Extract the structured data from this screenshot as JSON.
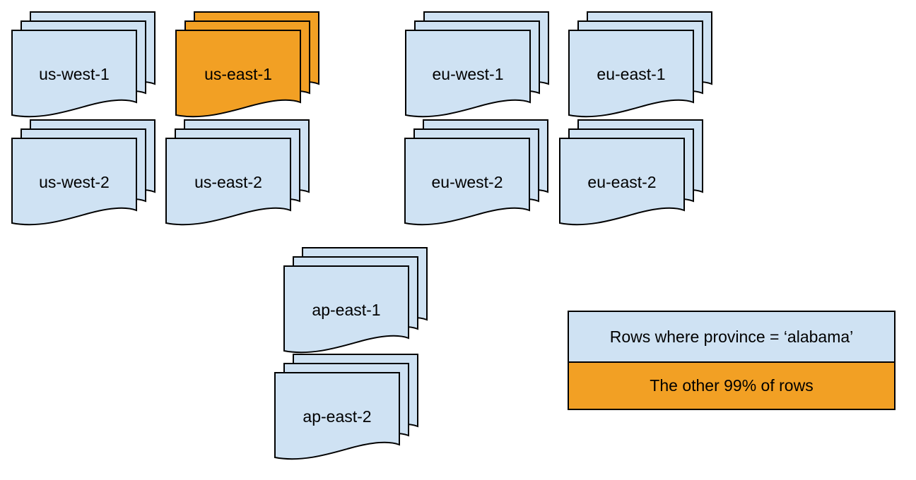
{
  "colors": {
    "region-fill": "#cfe2f3",
    "highlight-fill": "#f2a024",
    "stroke": "#000000",
    "text": "#000000",
    "background": "#ffffff"
  },
  "stacks": [
    {
      "label": "us-west-1",
      "highlighted": false
    },
    {
      "label": "us-east-1",
      "highlighted": true
    },
    {
      "label": "eu-west-1",
      "highlighted": false
    },
    {
      "label": "eu-east-1",
      "highlighted": false
    },
    {
      "label": "us-west-2",
      "highlighted": false
    },
    {
      "label": "us-east-2",
      "highlighted": false
    },
    {
      "label": "eu-west-2",
      "highlighted": false
    },
    {
      "label": "eu-east-2",
      "highlighted": false
    },
    {
      "label": "ap-east-1",
      "highlighted": false
    },
    {
      "label": "ap-east-2",
      "highlighted": false
    }
  ],
  "legend": {
    "items": [
      {
        "label": "Rows where province = ‘alabama’",
        "color": "#cfe2f3"
      },
      {
        "label": "The other 99% of rows",
        "color": "#f2a024"
      }
    ]
  }
}
